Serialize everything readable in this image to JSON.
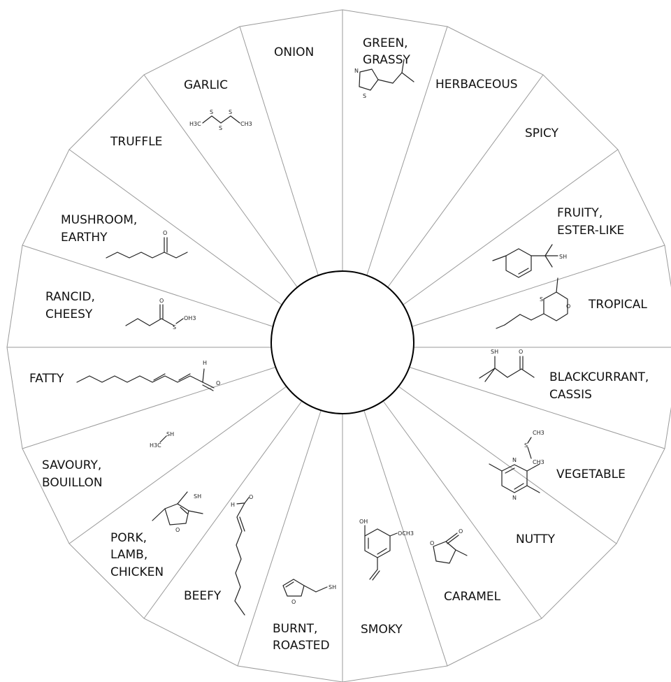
{
  "wheel": {
    "segments": [
      {
        "id": "onion",
        "lines": [
          "ONION"
        ],
        "molecule": "none"
      },
      {
        "id": "green-grassy",
        "lines": [
          "GREEN,",
          "GRASSY"
        ],
        "molecule": "isobutylthiazole"
      },
      {
        "id": "herbaceous",
        "lines": [
          "HERBACEOUS"
        ],
        "molecule": "none"
      },
      {
        "id": "spicy",
        "lines": [
          "SPICY"
        ],
        "molecule": "none"
      },
      {
        "id": "fruity",
        "lines": [
          "FRUITY,",
          "ESTER-LIKE"
        ],
        "molecule": "p-menthene-thiol"
      },
      {
        "id": "tropical",
        "lines": [
          "TROPICAL"
        ],
        "molecule": "oxathiane"
      },
      {
        "id": "blackcurrant",
        "lines": [
          "BLACKCURRANT,",
          "CASSIS"
        ],
        "molecule": "mercapto-methylpentanone"
      },
      {
        "id": "vegetable",
        "lines": [
          "VEGETABLE"
        ],
        "molecule": "dimethyl-sulfide"
      },
      {
        "id": "nutty",
        "lines": [
          "NUTTY"
        ],
        "molecule": "trimethylpyrazine"
      },
      {
        "id": "caramel",
        "lines": [
          "CARAMEL"
        ],
        "molecule": "methyl-furanone"
      },
      {
        "id": "smoky",
        "lines": [
          "SMOKY"
        ],
        "molecule": "vinylguaiacol"
      },
      {
        "id": "burnt",
        "lines": [
          "BURNT,",
          "ROASTED"
        ],
        "molecule": "furfurylthiol"
      },
      {
        "id": "beefy",
        "lines": [
          "BEEFY"
        ],
        "molecule": "decenal"
      },
      {
        "id": "pork",
        "lines": [
          "PORK,",
          "LAMB,",
          "CHICKEN"
        ],
        "molecule": "methylfuranthiol"
      },
      {
        "id": "savoury",
        "lines": [
          "SAVOURY,",
          "BOUILLON"
        ],
        "molecule": "methanethiol"
      },
      {
        "id": "fatty",
        "lines": [
          "FATTY"
        ],
        "molecule": "decadienal"
      },
      {
        "id": "rancid",
        "lines": [
          "RANCID,",
          "CHEESY"
        ],
        "molecule": "methyl-thiobutanoate"
      },
      {
        "id": "mushroom",
        "lines": [
          "MUSHROOM,",
          "EARTHY"
        ],
        "molecule": "octenone"
      },
      {
        "id": "truffle",
        "lines": [
          "TRUFFLE"
        ],
        "molecule": "none"
      },
      {
        "id": "garlic",
        "lines": [
          "GARLIC"
        ],
        "molecule": "dimethyl-trisulfide"
      }
    ],
    "atoms": {
      "n": "N",
      "s": "S",
      "sh": "SH",
      "o": "O",
      "h": "H",
      "oh": "OH",
      "och3": "OCH3",
      "h3c": "H3C",
      "ch3": "CH3",
      "oh3": "OH3"
    }
  }
}
